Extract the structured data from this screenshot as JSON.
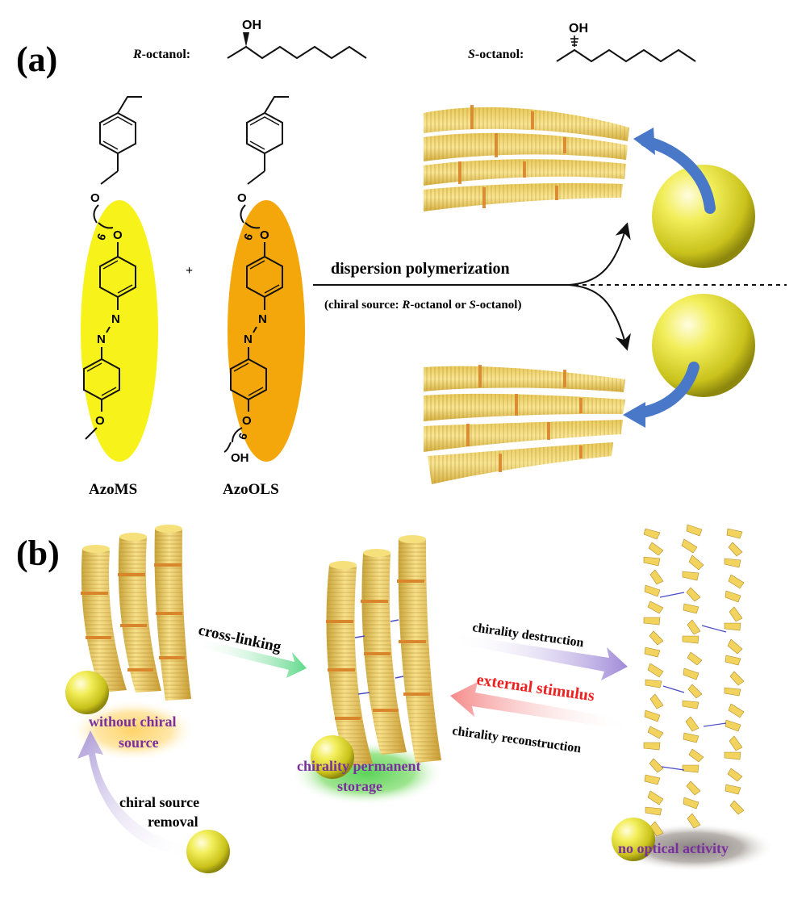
{
  "panel_a": {
    "label": "(a)",
    "r_octanol": {
      "prefix": "R",
      "suffix": "-octanol:",
      "oh": "OH"
    },
    "s_octanol": {
      "prefix": "S",
      "suffix": "-octanol:",
      "oh": "OH"
    },
    "plus": "+",
    "monomer_left": {
      "name": "AzoMS",
      "spacer": "6",
      "o_upper": "O",
      "o_lower": "O",
      "n1": "N",
      "n2": "N",
      "o_term": "O"
    },
    "monomer_right": {
      "name": "AzoOLS",
      "spacer": "6",
      "o_upper": "O",
      "o_lower": "O",
      "n1": "N",
      "n2": "N",
      "o_term": "O",
      "spacer2": "6",
      "oh": "OH"
    },
    "reaction": {
      "title": "dispersion polymerization",
      "chiral_open": "(chiral source: ",
      "r": "R",
      "octanol_or": "-octanol or ",
      "s": "S",
      "octanol_close": "-octanol)"
    }
  },
  "panel_b": {
    "label": "(b)",
    "cross_linking": "cross-linking",
    "chirality_destruction": "chirality destruction",
    "external_stimulus": "external stimulus",
    "chirality_reconstruction": "chirality reconstruction",
    "without_chiral_line1": "without chiral",
    "without_chiral_line2": "source",
    "permanent_line1": "chirality permanent",
    "permanent_line2": "storage",
    "no_optical": "no optical activity",
    "removal_line1": "chiral source",
    "removal_line2": "removal"
  },
  "colors": {
    "yellow_ellipse": "#f7f21a",
    "orange_ellipse": "#f4a70b",
    "fiber": "#f3d870",
    "band": "#d9852c",
    "sphere": "#e6e23a",
    "blue_arrow": "#4a78c8",
    "red_text": "#ee2020",
    "purple_text": "#7a2ea0"
  }
}
